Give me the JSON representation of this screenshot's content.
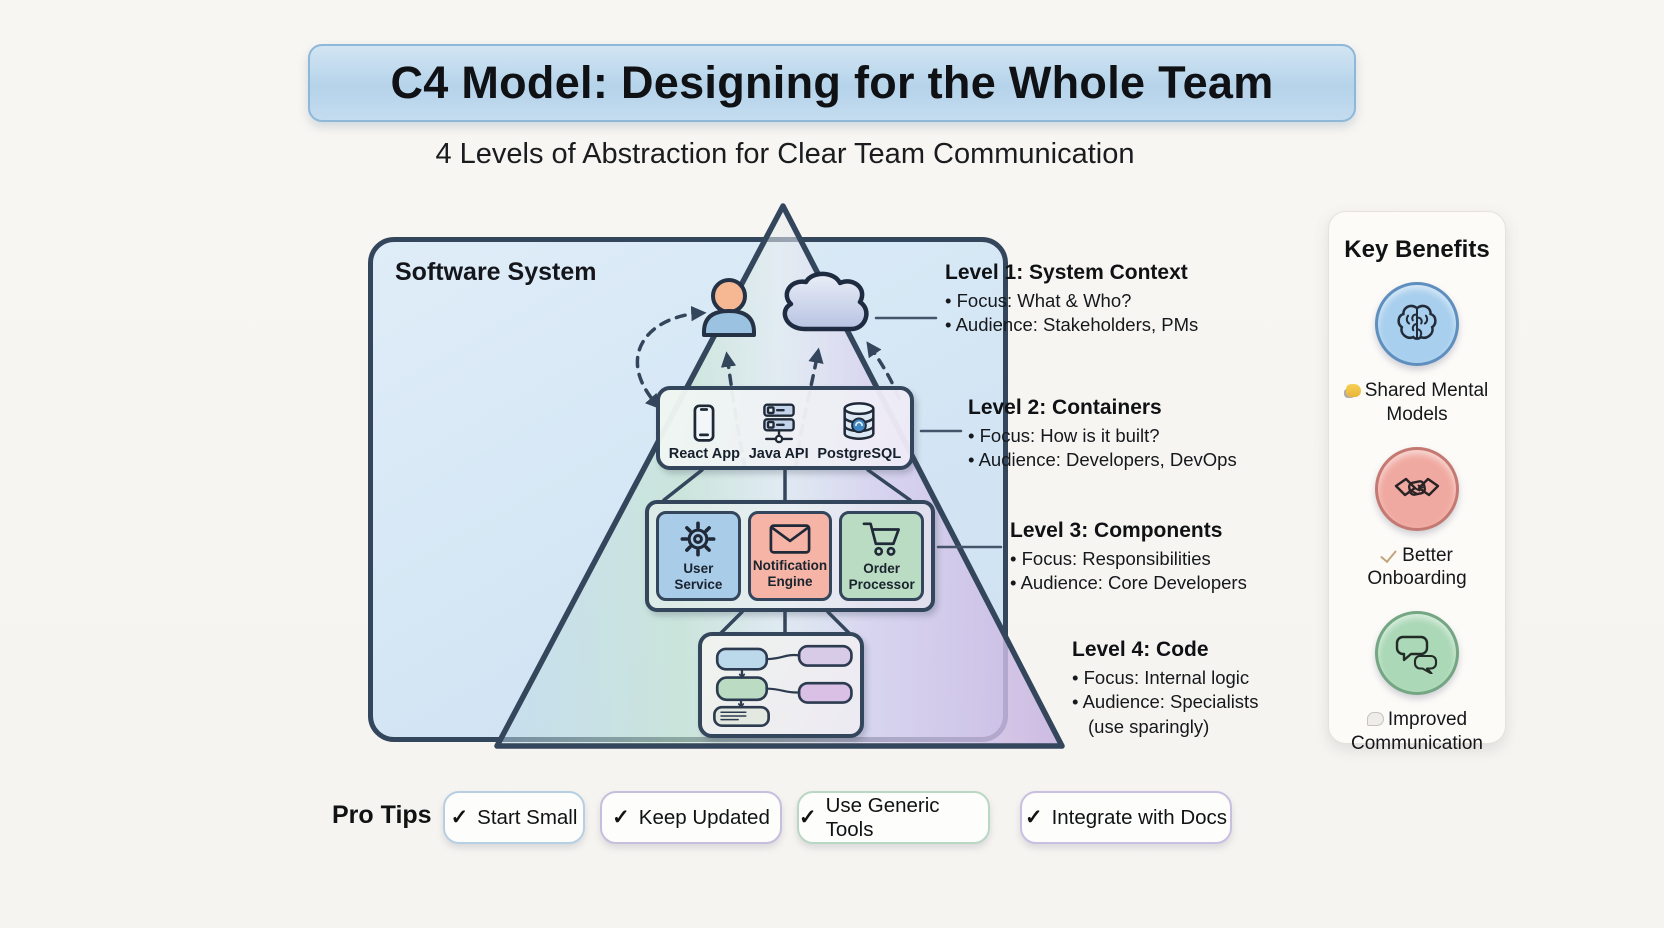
{
  "title": "C4 Model: Designing for the Whole Team",
  "subtitle": "4 Levels of Abstraction for Clear Team Communication",
  "system": {
    "label": "Software System"
  },
  "containers": {
    "items": [
      {
        "label": "React App",
        "icon": "smartphone-icon"
      },
      {
        "label": "Java API",
        "icon": "server-icon"
      },
      {
        "label": "PostgreSQL",
        "icon": "database-icon"
      }
    ]
  },
  "components": {
    "items": [
      {
        "label": "User Service",
        "icon": "gear-icon",
        "bg": "#a9cce9"
      },
      {
        "label": "Notification Engine",
        "icon": "envelope-icon",
        "bg": "#f5b4a6"
      },
      {
        "label": "Order Processor",
        "icon": "cart-icon",
        "bg": "#b9dcc2"
      }
    ]
  },
  "levels": [
    {
      "title": "Level 1: System Context",
      "bullets": [
        "• Focus: What & Who?",
        "• Audience: Stakeholders, PMs"
      ]
    },
    {
      "title": "Level 2: Containers",
      "bullets": [
        "• Focus: How is it built?",
        "• Audience: Developers, DevOps"
      ]
    },
    {
      "title": "Level 3: Components",
      "bullets": [
        "• Focus: Responsibilities",
        "• Audience: Core Developers"
      ]
    },
    {
      "title": "Level 4: Code",
      "bullets": [
        "• Focus: Internal logic",
        "• Audience: Specialists",
        "(use sparingly)"
      ]
    }
  ],
  "benefits": {
    "title": "Key Benefits",
    "items": [
      {
        "label": "Shared Mental Models",
        "icon": "brain-icon",
        "prefix_icon": "lightbulb-emoji-icon",
        "circle_bg": "#a8cfee",
        "circle_border": "#5e8fbe"
      },
      {
        "label": "Better Onboarding",
        "icon": "handshake-icon",
        "prefix_icon": "pencil-check-emoji-icon",
        "circle_bg": "#f0a9a0",
        "circle_border": "#c47a72"
      },
      {
        "label": "Improved Communication",
        "icon": "speech-bubbles-icon",
        "prefix_icon": "speech-bubble-emoji-icon",
        "circle_bg": "#abd8b6",
        "circle_border": "#74a683"
      }
    ]
  },
  "pro_tips": {
    "label": "Pro Tips",
    "check_glyph": "✓",
    "tips": [
      {
        "label": "Start Small",
        "border": "#b7cfe2"
      },
      {
        "label": "Keep Updated",
        "border": "#c6bedd"
      },
      {
        "label": "Use Generic Tools",
        "border": "#b9d8c4"
      },
      {
        "label": "Integrate with Docs",
        "border": "#c9bfe0"
      }
    ]
  },
  "palette": {
    "background": "#f7f5f1",
    "outline": "#34465c",
    "title_banner_bg": "#bcd7ec",
    "system_box_bg": "#d8e8f5",
    "pyramid_left": "#c5e4cc",
    "pyramid_right": "#c9b6e1"
  }
}
